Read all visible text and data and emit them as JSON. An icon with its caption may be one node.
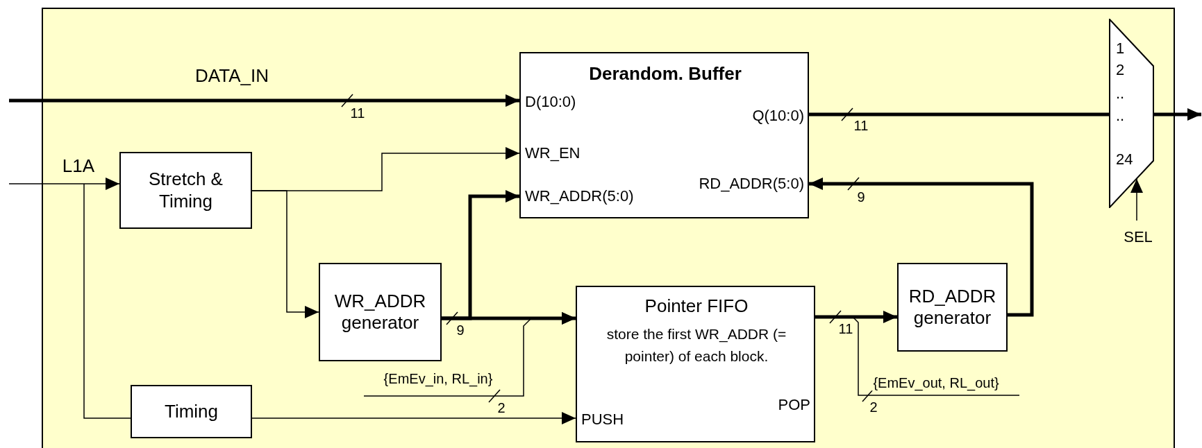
{
  "diagram": {
    "nodes": [
      {
        "text": [
          "Derandom. Buffer",
          "D(10:0)",
          "WR_EN",
          "WR_ADDR(5:0)",
          "Q(10:0)",
          "RD_ADDR(5:0)"
        ]
      },
      {
        "text": [
          "Stretch & Timing"
        ]
      },
      {
        "text": [
          "WR_ADDR generator"
        ]
      },
      {
        "text": [
          "Pointer FIFO",
          "store the first WR_ADDR (= pointer) of each block.",
          "PUSH",
          "POP"
        ]
      },
      {
        "text": [
          "RD_ADDR generator"
        ]
      },
      {
        "text": [
          "Timing"
        ]
      },
      {
        "text": [
          "1",
          "2",
          "..",
          "..",
          "24"
        ]
      }
    ],
    "edges": [
      {
        "from": null,
        "to": 0,
        "arrow": "to",
        "label": "DATA_IN",
        "style": "thick"
      },
      {
        "from": null,
        "to": 1,
        "arrow": "to",
        "label": "L1A"
      },
      {
        "from": null,
        "to": 5,
        "arrow": "none"
      },
      {
        "from": 1,
        "to": 0,
        "arrow": "to"
      },
      {
        "from": 1,
        "to": 2,
        "arrow": "to"
      },
      {
        "from": 2,
        "to": 0,
        "arrow": "to",
        "style": "thick"
      },
      {
        "from": 2,
        "to": 3,
        "arrow": "to",
        "style": "thick"
      },
      {
        "from": null,
        "to": 3,
        "arrow": "to",
        "label": "{EmEv_in, RL_in}"
      },
      {
        "from": 5,
        "to": 3,
        "arrow": "to"
      },
      {
        "from": 3,
        "to": 4,
        "arrow": "to",
        "style": "thick"
      },
      {
        "from": 3,
        "to": null,
        "arrow": "none",
        "label": "{EmEv_out, RL_out}"
      },
      {
        "from": 4,
        "to": 0,
        "arrow": "to",
        "style": "thick"
      },
      {
        "from": 0,
        "to": 6,
        "arrow": "none",
        "style": "thick"
      },
      {
        "from": 6,
        "to": null,
        "arrow": "to",
        "style": "thick"
      },
      {
        "from": null,
        "to": 6,
        "arrow": "to",
        "label": "SEL"
      }
    ],
    "labels": [
      "11",
      "11",
      "9",
      "11",
      "9",
      "2",
      "2"
    ]
  }
}
